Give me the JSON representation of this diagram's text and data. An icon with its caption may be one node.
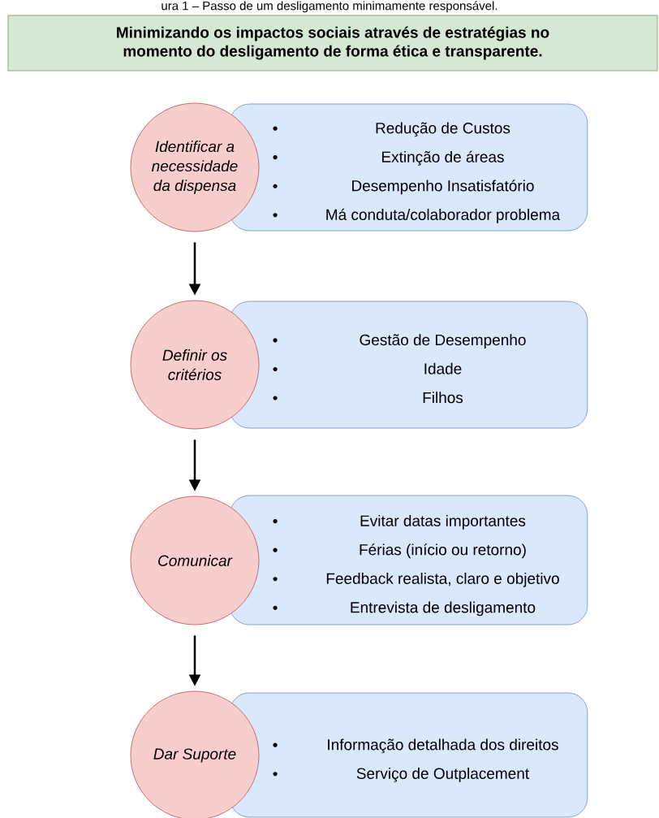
{
  "diagram": {
    "title": "ura 1 – Passo de um desligamento minimamente responsável.",
    "nodes": [
      {
        "text": [
          "Minimizando os impactos sociais através de estratégias no momento do desligamento de forma ética e transparente."
        ]
      },
      {
        "text": [
          "Identificar a necessidade da dispensa"
        ]
      },
      {
        "text": [
          "Redução de Custos",
          "Extinção de áreas",
          "Desempenho Insatisfatório",
          "Má conduta/colaborador problema"
        ]
      },
      {
        "text": [
          "Definir os critérios"
        ]
      },
      {
        "text": [
          "Gestão de Desempenho",
          "Idade",
          "Filhos"
        ]
      },
      {
        "text": [
          "Comunicar"
        ]
      },
      {
        "text": [
          "Evitar datas importantes",
          "Férias (início ou retorno)",
          "Feedback realista, claro e objetivo",
          "Entrevista de desligamento"
        ]
      },
      {
        "text": [
          "Dar Suporte"
        ]
      },
      {
        "text": [
          "Informação detalhada dos direitos",
          "Serviço de Outplacement"
        ]
      }
    ],
    "edges": [
      {
        "from": 1,
        "to": 3,
        "arrow": "to"
      },
      {
        "from": 3,
        "to": 5,
        "arrow": "to"
      },
      {
        "from": 5,
        "to": 7,
        "arrow": "to"
      }
    ]
  }
}
